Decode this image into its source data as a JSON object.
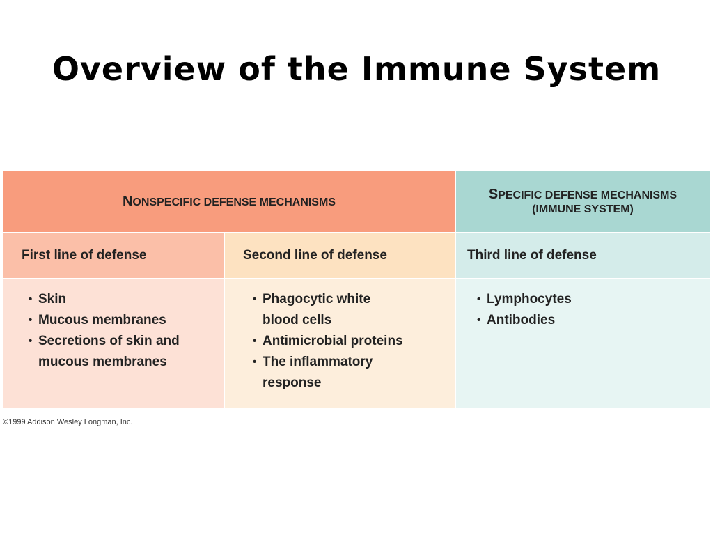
{
  "title": "Overview of the Immune System",
  "table": {
    "nonspecific_first": "N",
    "nonspecific_rest": "ONSPECIFIC DEFENSE MECHANISMS",
    "specific_first": "S",
    "specific_rest": "PECIFIC DEFENSE MECHANISMS",
    "specific_sub": "(IMMUNE SYSTEM)",
    "lines": [
      "First line of defense",
      "Second line of defense",
      "Third line of defense"
    ],
    "first_items": [
      "Skin",
      "Mucous membranes",
      "Secretions of skin and mucous membranes"
    ],
    "second_items": [
      "Phagocytic white blood cells",
      "Antimicrobial proteins",
      "The inflammatory response"
    ],
    "third_items": [
      "Lymphocytes",
      "Antibodies"
    ]
  },
  "credit": "©1999 Addison Wesley Longman, Inc."
}
